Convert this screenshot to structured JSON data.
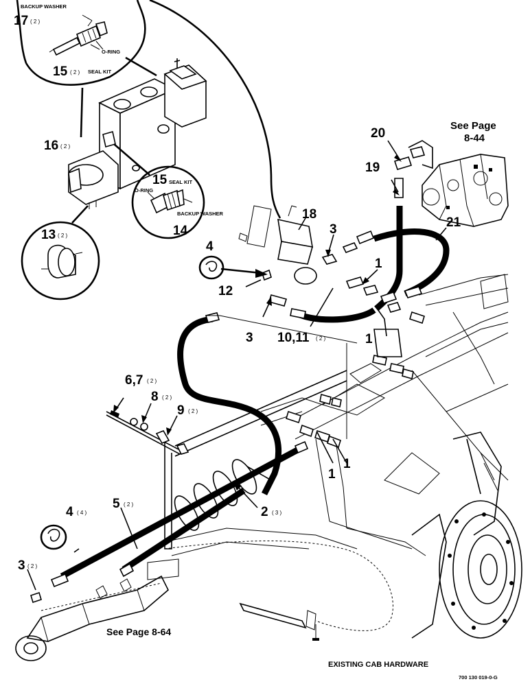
{
  "labels": {
    "backup_washer_top": "BACKUP WASHER",
    "item17": "17",
    "item17_qty": "( 2 )",
    "oring_top": "O-RING",
    "item15_top": "15",
    "item15_top_qty": "( 2 )",
    "seal_kit_top": "SEAL KIT",
    "item16": "16",
    "item16_qty": "( 2 )",
    "item15_mid": "15",
    "seal_kit_mid": "SEAL KIT",
    "oring_mid": "O-RING",
    "backup_washer_mid": "BACKUP WASHER",
    "item14": "14",
    "item13": "13",
    "item13_qty": "( 2 )",
    "item4_a": "4",
    "item12": "12",
    "item18": "18",
    "item3_a": "3",
    "item20": "20",
    "see_page_top": "See Page",
    "see_page_top_num": "8-44",
    "item19": "19",
    "item21": "21",
    "item1_a": "1",
    "item3_b": "3",
    "item10_11": "10,11",
    "item10_11_qty": "( 2 )",
    "item1_b": "1",
    "item6_7": "6,7",
    "item6_7_qty": "( 2 )",
    "item8": "8",
    "item8_qty": "( 2 )",
    "item9": "9",
    "item9_qty": "( 2 )",
    "item1_c": "1",
    "item1_d": "1",
    "item5": "5",
    "item5_qty": "( 2 )",
    "item4_b": "4",
    "item4_b_qty": "( 4 )",
    "item2": "2",
    "item2_qty": "( 3 )",
    "item3_c": "3",
    "item3_c_qty": "( 2 )",
    "see_page_bottom": "See Page 8-64",
    "existing_cab": "EXISTING CAB HARDWARE",
    "ref_number": "700 130 019-0-G"
  }
}
